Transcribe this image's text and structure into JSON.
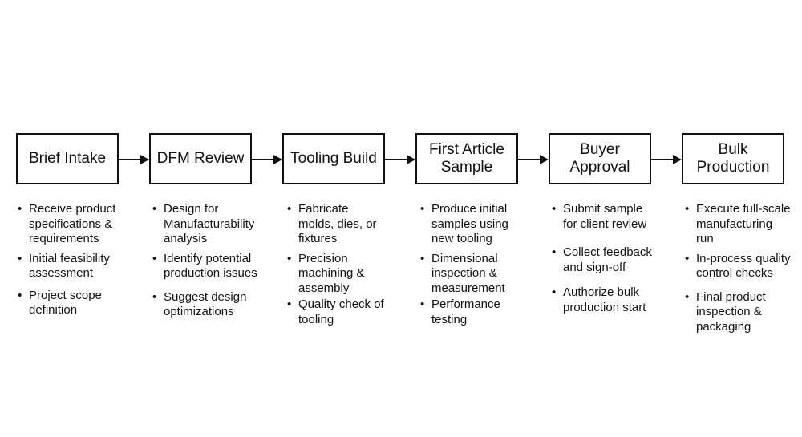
{
  "steps": [
    {
      "title": "Brief Intake",
      "bullets": [
        "Receive product\nspecifications &\nrequirements",
        "Initial feasibility\nassessment",
        "Project scope\ndefinition"
      ]
    },
    {
      "title": "DFM Review",
      "bullets": [
        "Design for\nManufacturability\nanalysis",
        "Identify potential\nproduction issues",
        "Suggest design\noptimizations"
      ]
    },
    {
      "title": "Tooling Build",
      "bullets": [
        "Fabricate\nmolds, dies, or\nfixtures",
        "Precision\nmachining &\nassembly",
        "Quality check of\ntooling"
      ]
    },
    {
      "title": "First Article\nSample",
      "bullets": [
        "Produce initial\nsamples using\nnew tooling",
        "Dimensional\ninspection &\nmeasurement",
        "Performance\ntesting"
      ]
    },
    {
      "title": "Buyer\nApproval",
      "bullets": [
        "Submit sample\nfor client review",
        "Collect feedback\nand sign-off",
        "Authorize bulk\nproduction start"
      ]
    },
    {
      "title": "Bulk\nProduction",
      "bullets": [
        "Execute full-scale\nmanufacturing\nrun",
        "In-process quality\ncontrol checks",
        "Final product\ninspection &\npackaging"
      ]
    }
  ],
  "colors": {
    "stroke": "#111111",
    "background": "#ffffff"
  }
}
